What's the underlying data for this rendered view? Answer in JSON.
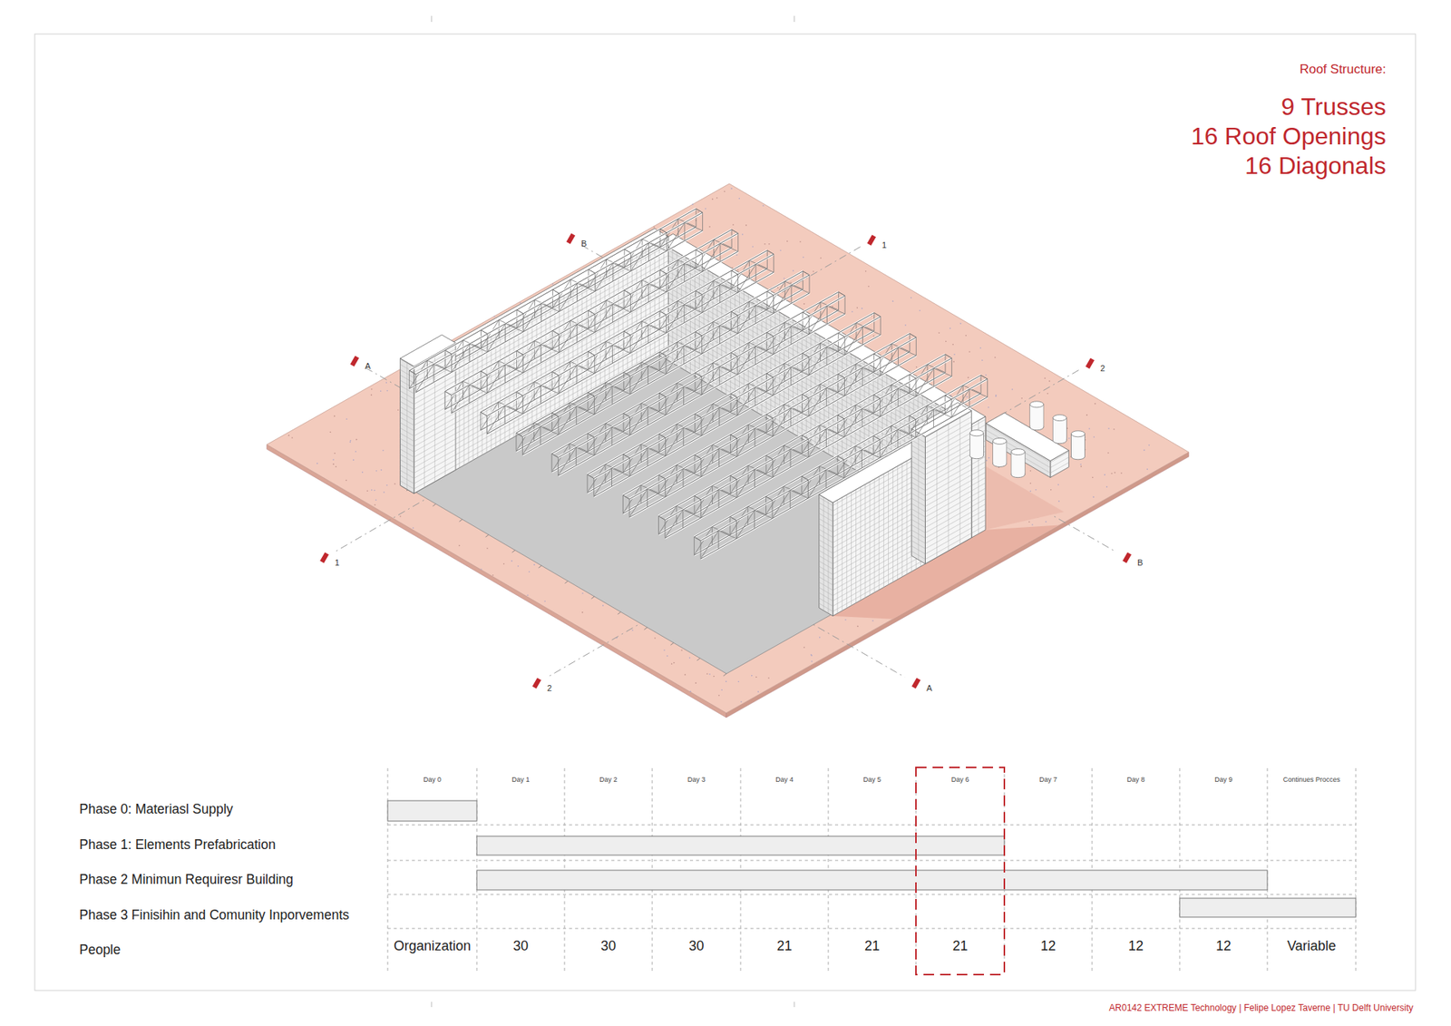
{
  "diagram": {
    "title": "Roof Structure:",
    "labels": [
      "9 Trusses",
      "16 Roof Openings",
      "16 Diagonals",
      "B",
      "1",
      "A",
      "2",
      "1",
      "B",
      "2",
      "A",
      "Day 0",
      "Day 1",
      "Day 2",
      "Day 3",
      "Day 4",
      "Day 5",
      "Day 6",
      "Day 7",
      "Day 8",
      "Day 9",
      "Continues Procces",
      "Phase 0: Materiasl Supply",
      "Phase 1: Elements Prefabrication",
      "Phase 2 Minimun Requiresr Building",
      "Phase 3 Finisihin and Comunity Inporvements",
      "People",
      "Organization",
      "30",
      "30",
      "30",
      "21",
      "21",
      "21",
      "12",
      "12",
      "12",
      "Variable",
      "AR0142 EXTREME Technology | Felipe Lopez Taverne | TU Delft University"
    ]
  }
}
